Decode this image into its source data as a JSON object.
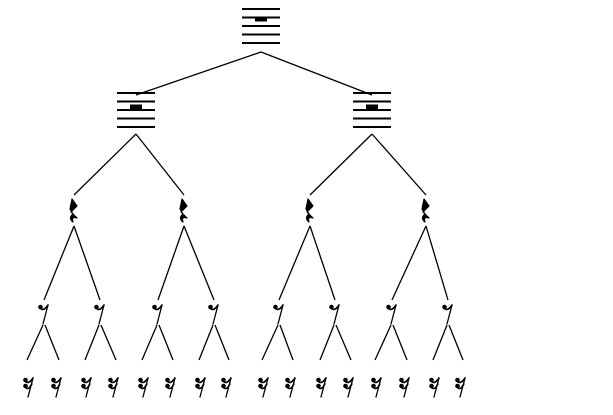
{
  "diagram": {
    "type": "note-value-tree",
    "ink": "#000000",
    "background": "#ffffff",
    "levels": [
      {
        "level": 0,
        "symbol": "whole-rest",
        "count": 1
      },
      {
        "level": 1,
        "symbol": "half-rest",
        "count": 2
      },
      {
        "level": 2,
        "symbol": "quarter-rest",
        "count": 4
      },
      {
        "level": 3,
        "symbol": "eighth-rest",
        "count": 8
      },
      {
        "level": 4,
        "symbol": "sixteenth-rest",
        "count": 16
      }
    ],
    "branching": 2
  }
}
